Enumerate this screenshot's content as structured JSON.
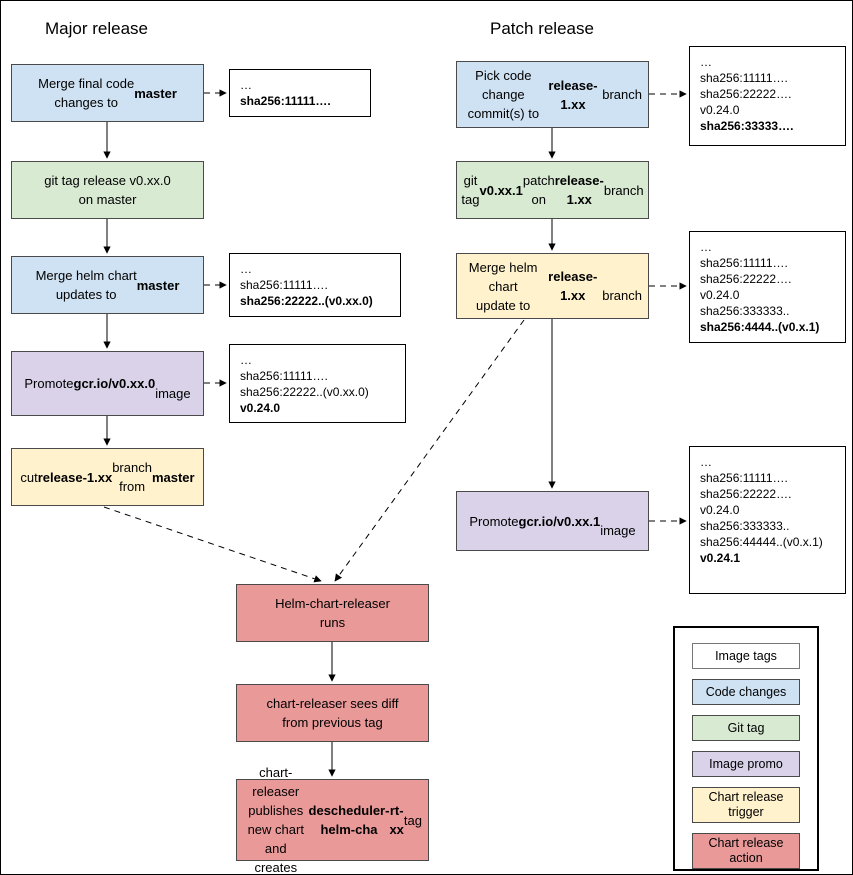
{
  "titles": {
    "major": "Major release",
    "patch": "Patch release"
  },
  "major_flow": {
    "steps": [
      {
        "label": "Merge final code<br>changes to <b>master</b>"
      },
      {
        "label": "git tag release v0.xx.0<br>on master"
      },
      {
        "label": "Merge helm chart<br>updates to <b>master</b>"
      },
      {
        "label": "Promote <b>gcr.io/v0.xx.0</b><br>image"
      },
      {
        "label": "cut <b>release-1.xx</b> branch<br>from <b>master</b>"
      }
    ],
    "image_tags": [
      {
        "lines": "…<br><b>sha256:11111….</b>"
      },
      {
        "lines": "…<br>sha256:11111….<br><b>sha256:22222..(v0.xx.0)</b>"
      },
      {
        "lines": "…<br>sha256:11111….<br>sha256:22222..(v0.xx.0)<br><b>v0.24.0</b>"
      }
    ]
  },
  "patch_flow": {
    "steps": [
      {
        "label": "Pick code change<br>commit(s) to<br><b>release-1.xx</b> branch"
      },
      {
        "label": "git tag <b>v0.xx.1</b> patch on<br><b>release-1.xx</b> branch"
      },
      {
        "label": "Merge helm chart<br>update to <b>release-1.xx</b><br>branch"
      },
      {
        "label": "Promote <b>gcr.io/v0.xx.1</b><br>image"
      }
    ],
    "image_tags": [
      {
        "lines": "…<br>sha256:11111….<br>sha256:22222….<br>v0.24.0<br><b>sha256:33333….</b>"
      },
      {
        "lines": "…<br>sha256:11111….<br>sha256:22222….<br>v0.24.0<br>sha256:333333..<br><b>sha256:4444..(v0.x.1)</b>"
      },
      {
        "lines": "…<br>sha256:11111….<br>sha256:22222….<br>v0.24.0<br>sha256:333333..<br>sha256:44444..(v0.x.1)<br><b>v0.24.1</b>"
      }
    ]
  },
  "chart_release_flow": {
    "steps": [
      {
        "label": "Helm-chart-releaser<br>runs"
      },
      {
        "label": "chart-releaser sees diff<br>from previous tag"
      },
      {
        "label": "chart-releaser publishes<br>new chart and creates<br><b>descheduler-helm-cha</b><br><b>rt-xx</b> tag"
      }
    ]
  },
  "legend": {
    "items": [
      {
        "label": "Image tags"
      },
      {
        "label": "Code changes"
      },
      {
        "label": "Git tag"
      },
      {
        "label": "Image promo"
      },
      {
        "label": "Chart release trigger"
      },
      {
        "label": "Chart release action"
      }
    ]
  },
  "colors": {
    "code_changes": "#cfe2f3",
    "git_tag": "#d9ead3",
    "image_promo": "#d9d2e9",
    "chart_release_trigger": "#fff2cc",
    "chart_release_action": "#ea9999",
    "image_tags": "#ffffff"
  }
}
